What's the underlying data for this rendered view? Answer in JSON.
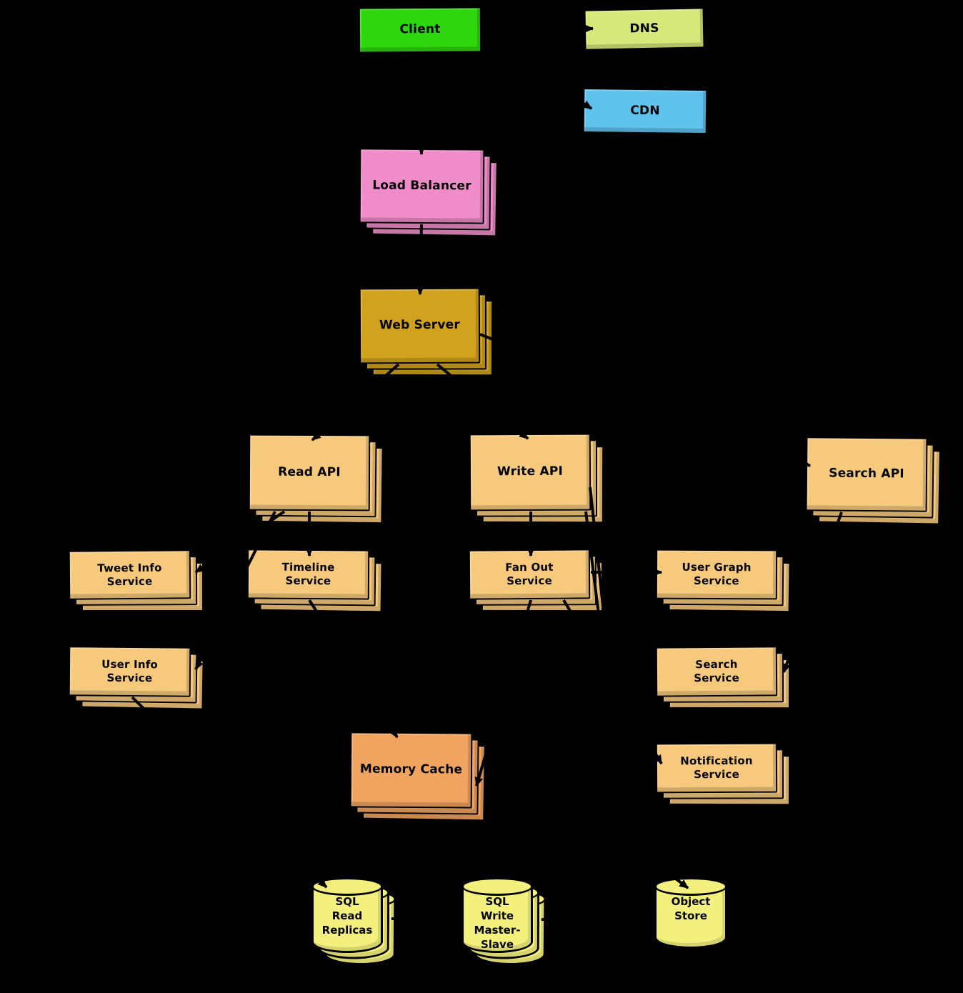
{
  "diagram": {
    "background_color": "#000000",
    "connector_color": "#000000",
    "nodes": [
      {
        "id": "client",
        "label": "Client",
        "shape": "box",
        "color": "#2ed60d",
        "stacked": false
      },
      {
        "id": "dns",
        "label": "DNS",
        "shape": "box",
        "color": "#d7e87b",
        "stacked": false
      },
      {
        "id": "cdn",
        "label": "CDN",
        "shape": "box",
        "color": "#5fc3ee",
        "stacked": false
      },
      {
        "id": "load-balancer",
        "label": "Load Balancer",
        "shape": "box",
        "color": "#ef8cc9",
        "stacked": true
      },
      {
        "id": "web-server",
        "label": "Web Server",
        "shape": "box",
        "color": "#d0a21d",
        "stacked": true
      },
      {
        "id": "read-api",
        "label": "Read API",
        "shape": "box",
        "color": "#f6c97c",
        "stacked": true
      },
      {
        "id": "write-api",
        "label": "Write API",
        "shape": "box",
        "color": "#f6c97c",
        "stacked": true
      },
      {
        "id": "search-api",
        "label": "Search API",
        "shape": "box",
        "color": "#f6c97c",
        "stacked": true
      },
      {
        "id": "tweet-info-service",
        "label": "Tweet Info\nService",
        "shape": "box",
        "color": "#f6c97c",
        "stacked": true
      },
      {
        "id": "timeline-service",
        "label": "Timeline\nService",
        "shape": "box",
        "color": "#f6c97c",
        "stacked": true
      },
      {
        "id": "fan-out-service",
        "label": "Fan Out\nService",
        "shape": "box",
        "color": "#f6c97c",
        "stacked": true
      },
      {
        "id": "user-graph-service",
        "label": "User Graph\nService",
        "shape": "box",
        "color": "#f6c97c",
        "stacked": true
      },
      {
        "id": "user-info-service",
        "label": "User Info\nService",
        "shape": "box",
        "color": "#f6c97c",
        "stacked": true
      },
      {
        "id": "search-service",
        "label": "Search\nService",
        "shape": "box",
        "color": "#f6c97c",
        "stacked": true
      },
      {
        "id": "memory-cache",
        "label": "Memory Cache",
        "shape": "box",
        "color": "#f1a45f",
        "stacked": true
      },
      {
        "id": "notification-service",
        "label": "Notification\nService",
        "shape": "box",
        "color": "#f6c97c",
        "stacked": true
      },
      {
        "id": "sql-read-replicas",
        "label": "SQL\nRead\nReplicas",
        "shape": "cylinder",
        "color": "#f4f07e",
        "stacked": true
      },
      {
        "id": "sql-write-master-slave",
        "label": "SQL\nWrite\nMaster-\nSlave",
        "shape": "cylinder",
        "color": "#f4f07e",
        "stacked": true
      },
      {
        "id": "object-store",
        "label": "Object\nStore",
        "shape": "cylinder",
        "color": "#f4f07e",
        "stacked": false
      }
    ],
    "edges": [
      {
        "from": "client",
        "to": "dns"
      },
      {
        "from": "client",
        "to": "cdn"
      },
      {
        "from": "client",
        "to": "load-balancer"
      },
      {
        "from": "load-balancer",
        "to": "web-server"
      },
      {
        "from": "web-server",
        "to": "read-api"
      },
      {
        "from": "web-server",
        "to": "write-api"
      },
      {
        "from": "web-server",
        "to": "search-api"
      },
      {
        "from": "read-api",
        "to": "timeline-service"
      },
      {
        "from": "read-api",
        "to": "tweet-info-service"
      },
      {
        "from": "read-api",
        "to": "user-info-service"
      },
      {
        "from": "write-api",
        "to": "fan-out-service"
      },
      {
        "from": "write-api",
        "to": "sql-write-master-slave"
      },
      {
        "from": "write-api",
        "to": "object-store"
      },
      {
        "from": "search-api",
        "to": "search-service"
      },
      {
        "from": "fan-out-service",
        "to": "user-graph-service"
      },
      {
        "from": "fan-out-service",
        "to": "memory-cache"
      },
      {
        "from": "fan-out-service",
        "to": "notification-service"
      },
      {
        "from": "timeline-service",
        "to": "memory-cache"
      },
      {
        "from": "user-info-service",
        "to": "sql-read-replicas"
      },
      {
        "from": "sql-write-master-slave",
        "to": "sql-read-replicas"
      }
    ]
  }
}
